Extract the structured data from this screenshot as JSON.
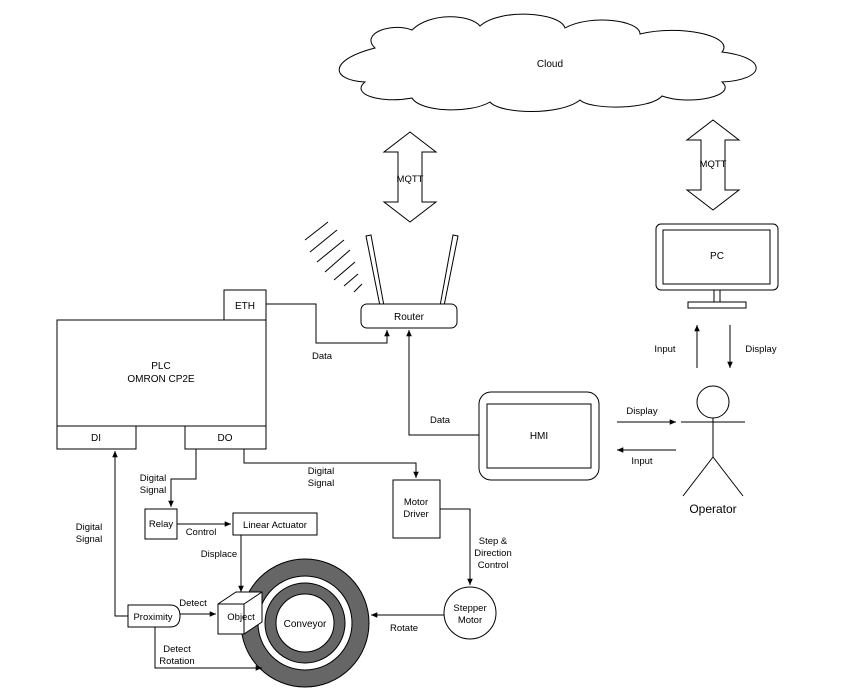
{
  "cloud": {
    "label": "Cloud"
  },
  "mqtt_left": {
    "label": "MQTT"
  },
  "mqtt_right": {
    "label": "MQTT"
  },
  "router": {
    "label": "Router"
  },
  "pc": {
    "label": "PC"
  },
  "plc": {
    "title": "PLC",
    "model": "OMRON CP2E",
    "eth": "ETH",
    "di": "DI",
    "do": "DO"
  },
  "hmi": {
    "label": "HMI"
  },
  "operator": {
    "label": "Operator"
  },
  "relay": {
    "label": "Relay"
  },
  "linear_actuator": {
    "label": "Linear Actuator"
  },
  "motor_driver": {
    "line1": "Motor",
    "line2": "Driver"
  },
  "stepper_motor": {
    "line1": "Stepper",
    "line2": "Motor"
  },
  "proximity": {
    "label": "Proximity"
  },
  "object": {
    "label": "Object"
  },
  "conveyor": {
    "label": "Conveyor"
  },
  "edges": {
    "data_plc_router": "Data",
    "data_hmi_router": "Data",
    "input_pc": "Input",
    "display_pc": "Display",
    "display_hmi": "Display",
    "input_hmi": "Input",
    "relay_signal_1": "Digital",
    "relay_signal_2": "Signal",
    "driver_signal_1": "Digital",
    "driver_signal_2": "Signal",
    "di_signal_1": "Digital",
    "di_signal_2": "Signal",
    "control": "Control",
    "displace": "Displace",
    "step_1": "Step &",
    "step_2": "Direction",
    "step_3": "Control",
    "detect": "Detect",
    "detect_rotation_1": "Detect",
    "detect_rotation_2": "Rotation",
    "rotate": "Rotate"
  }
}
